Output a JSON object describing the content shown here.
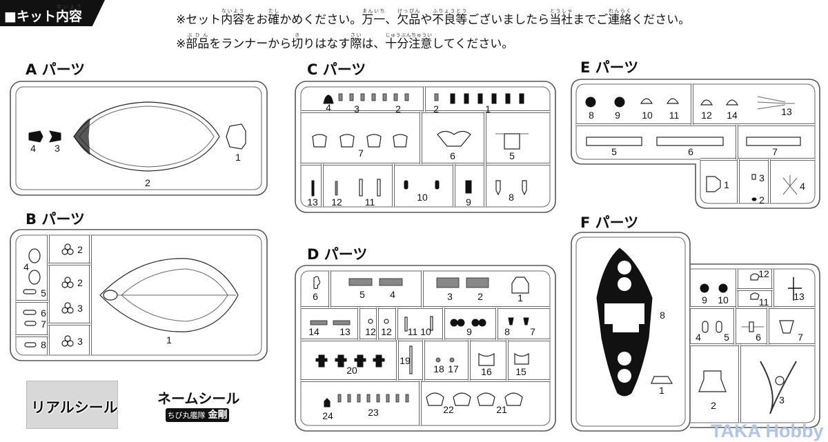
{
  "header": {
    "title_prefix": "■キット",
    "title_main": "内容",
    "title_ruby": "ないよう"
  },
  "notes": [
    [
      {
        "t": "※セット"
      },
      {
        "t": "内容",
        "r": "ないよう"
      },
      {
        "t": "をお"
      },
      {
        "t": "確",
        "r": "たし"
      },
      {
        "t": "かめください。"
      },
      {
        "t": "万一",
        "r": "まんいち"
      },
      {
        "t": "、"
      },
      {
        "t": "欠品",
        "r": "けっぴん"
      },
      {
        "t": "や"
      },
      {
        "t": "不良等",
        "r": "ふりょうとう"
      },
      {
        "t": "ございましたら"
      },
      {
        "t": "当社",
        "r": "とうしゃ"
      },
      {
        "t": "までご"
      },
      {
        "t": "連絡",
        "r": "れんらく"
      },
      {
        "t": "ください。"
      }
    ],
    [
      {
        "t": "※"
      },
      {
        "t": "部品",
        "r": "ぶひん"
      },
      {
        "t": "をランナーから"
      },
      {
        "t": "切",
        "r": "き"
      },
      {
        "t": "りはなす"
      },
      {
        "t": "際",
        "r": "さい"
      },
      {
        "t": "は、"
      },
      {
        "t": "十分注意",
        "r": "じゅうぶんちゅうい"
      },
      {
        "t": "してください。"
      }
    ]
  ],
  "runners": {
    "A": {
      "title": "A パーツ",
      "labels": [
        "4",
        "3",
        "2",
        "1"
      ]
    },
    "B": {
      "title": "B パーツ",
      "labels": [
        "4",
        "5",
        "6",
        "7",
        "8",
        "2",
        "2",
        "3",
        "3",
        "1"
      ]
    },
    "C": {
      "title": "C パーツ",
      "labels": [
        "4",
        "3",
        "2",
        "2",
        "1",
        "7",
        "6",
        "5",
        "13",
        "12",
        "11",
        "10",
        "9",
        "8"
      ]
    },
    "D": {
      "title": "D パーツ",
      "labels": [
        "6",
        "5",
        "4",
        "3",
        "2",
        "1",
        "14",
        "13",
        "12",
        "12",
        "11",
        "10",
        "9",
        "8",
        "7",
        "20",
        "19",
        "18",
        "17",
        "16",
        "15",
        "24",
        "23",
        "22",
        "21"
      ]
    },
    "E": {
      "title": "E パーツ",
      "labels": [
        "8",
        "9",
        "10",
        "11",
        "12",
        "14",
        "13",
        "5",
        "6",
        "7",
        "1",
        "3",
        "2",
        "4"
      ]
    },
    "F": {
      "title": "F パーツ",
      "labels": [
        "8",
        "1",
        "9",
        "10",
        "12",
        "11",
        "13",
        "4",
        "5",
        "6",
        "7",
        "2",
        "3"
      ]
    }
  },
  "real_seal": {
    "label": "リアルシール"
  },
  "name_seal": {
    "title": "ネームシール",
    "series": "ちび丸艦隊",
    "ship": "金剛"
  },
  "watermark": "TAKA Hobby"
}
